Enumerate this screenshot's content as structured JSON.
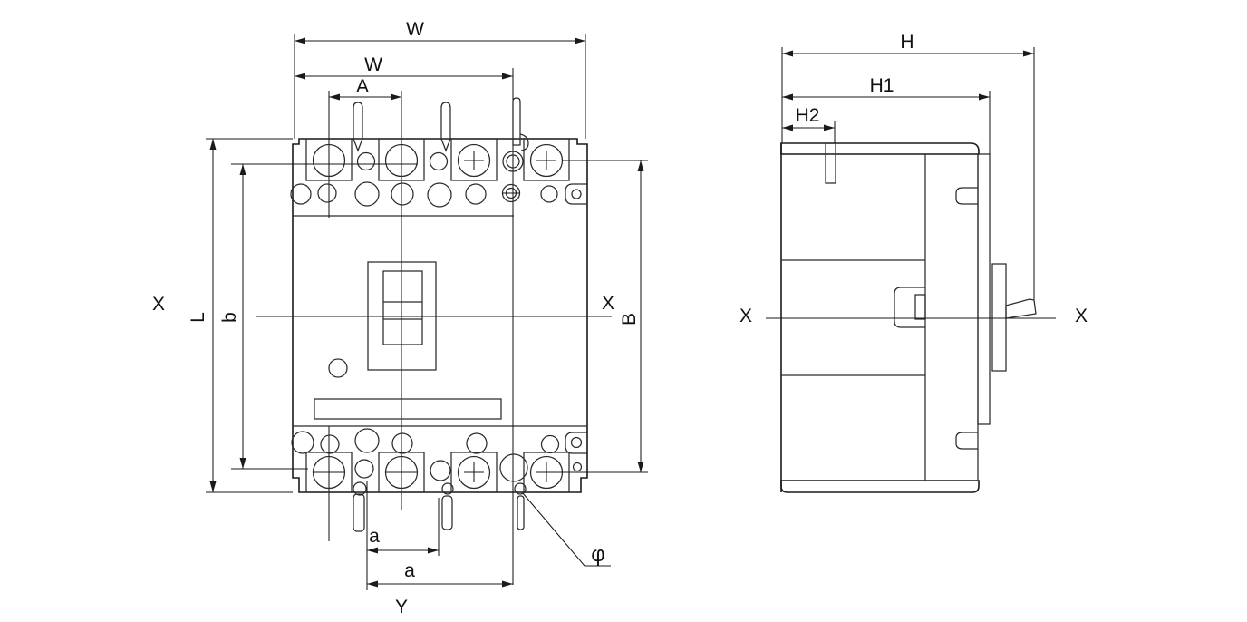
{
  "colors": {
    "ink": "#1a1a1a",
    "background": "#ffffff"
  },
  "front_view": {
    "dim_overall_width": "W",
    "dim_width_3pole": "W",
    "dim_pole_pitch": "A",
    "dim_overall_height": "L",
    "dim_height_b": "b",
    "dim_height_B": "B",
    "axis_x_left": "X",
    "axis_x_right": "X",
    "dim_hole_pitch_small": "a",
    "dim_hole_pitch_large": "a",
    "axis_y": "Y",
    "hole_diameter_symbol": "φ"
  },
  "side_view": {
    "dim_overall_depth": "H",
    "dim_depth_h1": "H1",
    "dim_depth_h2": "H2",
    "axis_x_left": "X",
    "axis_x_right": "X"
  }
}
